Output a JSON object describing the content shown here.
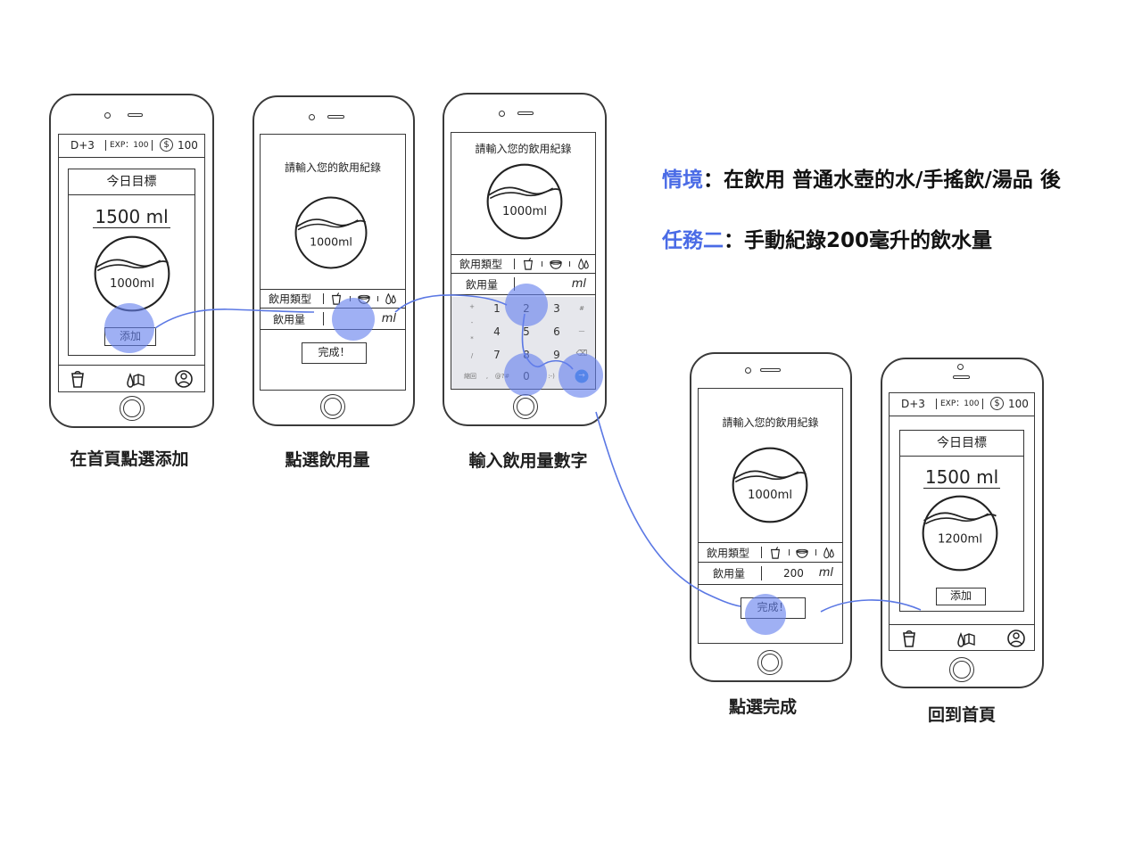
{
  "scenario": {
    "label": "情境",
    "colon": "：",
    "text": "在飲用 普通水壺的水/手搖飲/湯品 後"
  },
  "task": {
    "label": "任務二",
    "colon": "：",
    "text": "手動紀錄200毫升的飲水量"
  },
  "colors": {
    "accent": "#4a6be6",
    "touch_indicator": "#6480ee",
    "flow_line": "#5b78e4",
    "ink": "#222222",
    "keypad_bg": "#e6e7ec",
    "enter_key": "#3d8fe3"
  },
  "home_screen": {
    "day": "D+3",
    "exp": "EXP：100",
    "coin_icon": "dollar-coin-icon",
    "coin_symbol": "$",
    "coins": "100",
    "goal_title": "今日目標",
    "goal_amount": "1500 ml",
    "add_button": "添加",
    "tabs": [
      {
        "icon": "cup-icon"
      },
      {
        "icon": "map-icon"
      },
      {
        "icon": "profile-icon"
      }
    ]
  },
  "record_screen": {
    "title": "請輸入您的飲用紀錄",
    "cup_label": "1000ml",
    "type_label": "飲用類型",
    "type_icons": [
      "drink-cup-icon",
      "bowl-icon",
      "water-drop-icon"
    ],
    "amount_label": "飲用量",
    "unit": "ml",
    "done_button": "完成！"
  },
  "keypad": {
    "rows": [
      [
        "1",
        "2",
        "3"
      ],
      [
        "4",
        "5",
        "6"
      ],
      [
        "7",
        "8",
        "9"
      ]
    ],
    "zero": "0",
    "left_keys": [
      "+",
      "-",
      "*",
      "/"
    ],
    "right_keys": [
      "#",
      "—",
      "⌫"
    ],
    "bottom_left": [
      "縮回",
      ",",
      "@?#"
    ],
    "bottom_right": ":-)",
    "enter": "→"
  },
  "steps": [
    {
      "caption": "在首頁點選添加",
      "cup_label": "1000ml"
    },
    {
      "caption": "點選飲用量"
    },
    {
      "caption": "輸入飲用量數字"
    },
    {
      "caption": "點選完成",
      "amount_value": "200"
    },
    {
      "caption": "回到首頁",
      "cup_label": "1200ml"
    }
  ]
}
